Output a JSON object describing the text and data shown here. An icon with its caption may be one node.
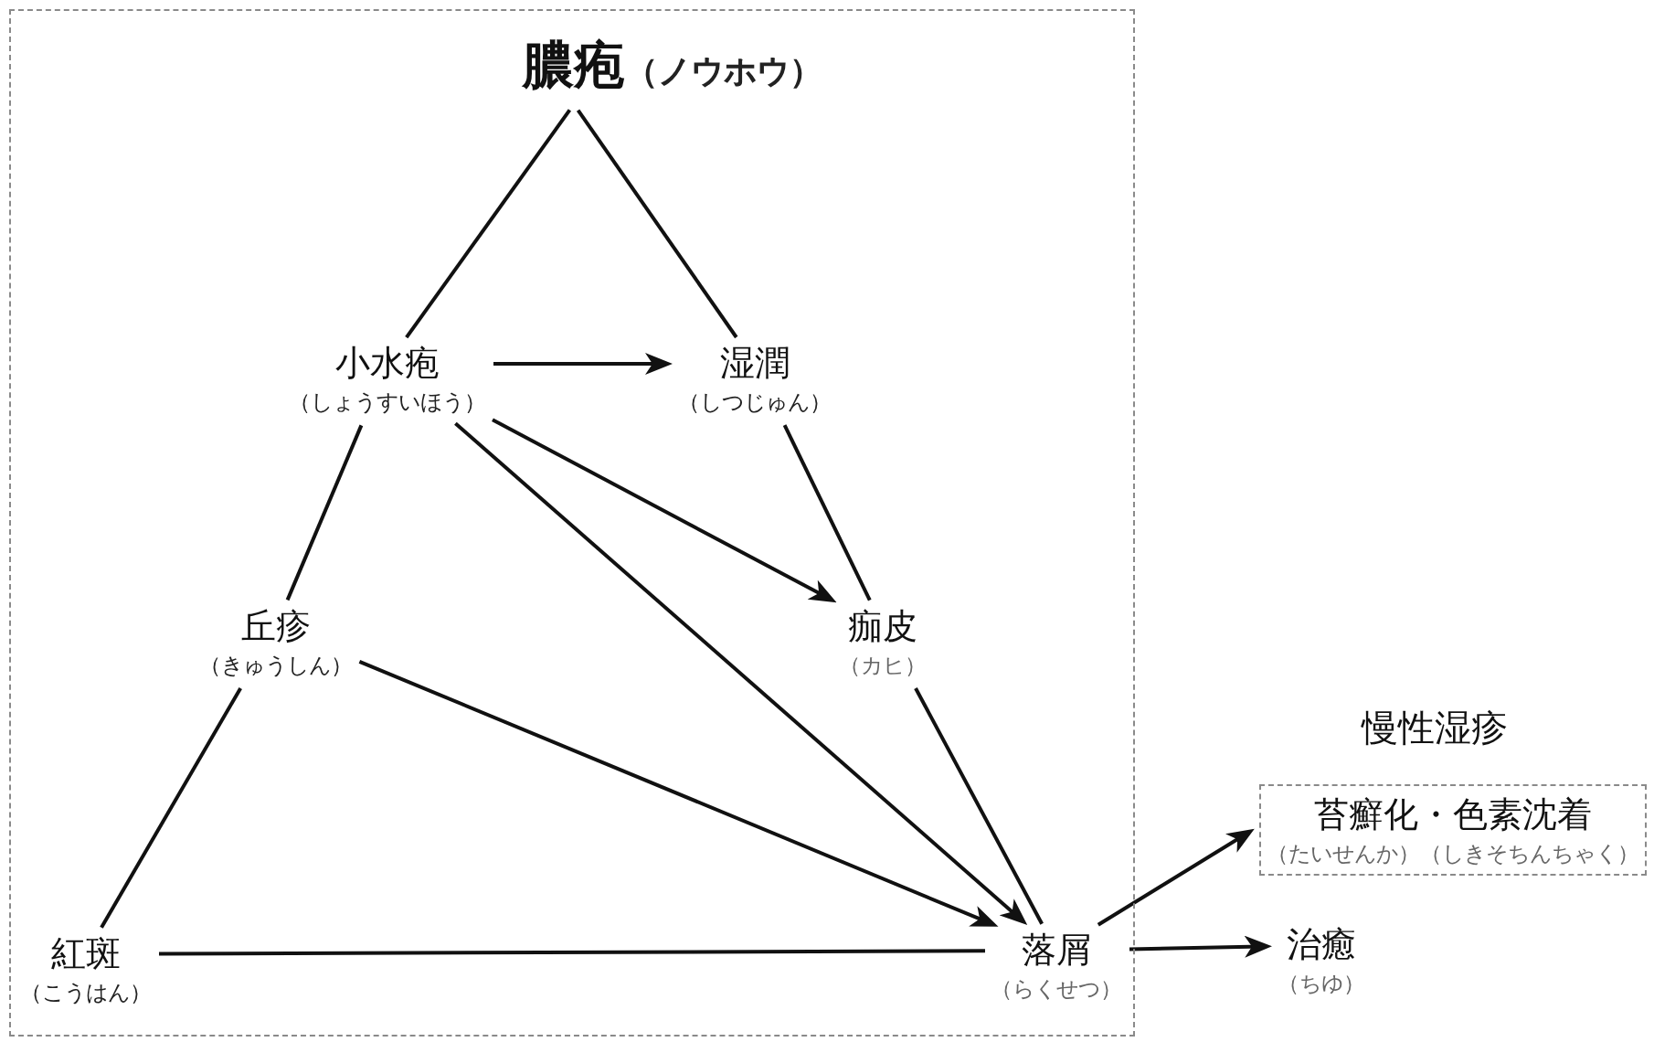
{
  "diagram": {
    "nodes": [
      {
        "text": [],
        "shape": "box"
      },
      {
        "text": [
          "膿疱",
          "（ノウホウ）"
        ],
        "in": 0
      },
      {
        "text": [
          "小水疱",
          "（しょうすいほう）"
        ],
        "in": 0
      },
      {
        "text": [
          "湿潤",
          "（しつじゅん）"
        ],
        "in": 0
      },
      {
        "text": [
          "丘疹",
          "（きゅうしん）"
        ],
        "in": 0
      },
      {
        "text": [
          "痂皮",
          "（カヒ）"
        ],
        "in": 0
      },
      {
        "text": [
          "紅斑",
          "（こうはん）"
        ],
        "in": 0
      },
      {
        "text": [
          "落屑",
          "（らくせつ）"
        ],
        "in": 0
      },
      {
        "text": [
          "苔癬化・色素沈着",
          "（たいせんか）（しきそちんちゃく）"
        ]
      },
      {
        "text": [
          "治癒",
          "（ちゆ）"
        ]
      }
    ],
    "edges": [
      {
        "from": 1,
        "to": 2,
        "arrow": "none"
      },
      {
        "from": 1,
        "to": 3,
        "arrow": "none"
      },
      {
        "from": 2,
        "to": 3,
        "arrow": "to"
      },
      {
        "from": 2,
        "to": 4,
        "arrow": "none"
      },
      {
        "from": 2,
        "to": 5,
        "arrow": "to"
      },
      {
        "from": 2,
        "to": 7,
        "arrow": "to"
      },
      {
        "from": 3,
        "to": 5,
        "arrow": "none"
      },
      {
        "from": 4,
        "to": 6,
        "arrow": "none"
      },
      {
        "from": 4,
        "to": 7,
        "arrow": "to"
      },
      {
        "from": 5,
        "to": 7,
        "arrow": "none"
      },
      {
        "from": 6,
        "to": 7,
        "arrow": "none"
      },
      {
        "from": 7,
        "to": 8,
        "arrow": "to"
      },
      {
        "from": 7,
        "to": 9,
        "arrow": "to"
      }
    ],
    "labels": [
      "慢性湿疹"
    ]
  }
}
